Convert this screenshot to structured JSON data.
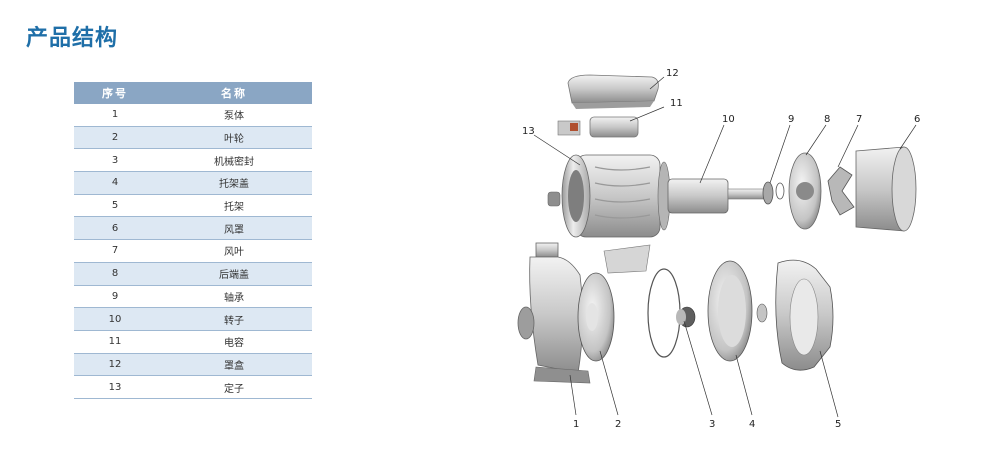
{
  "page": {
    "title": "产品结构"
  },
  "table": {
    "headers": [
      "序号",
      "名称"
    ],
    "rows": [
      {
        "no": "1",
        "name": "泵体"
      },
      {
        "no": "2",
        "name": "叶轮"
      },
      {
        "no": "3",
        "name": "机械密封"
      },
      {
        "no": "4",
        "name": "托架盖"
      },
      {
        "no": "5",
        "name": "托架"
      },
      {
        "no": "6",
        "name": "风罩"
      },
      {
        "no": "7",
        "name": "风叶"
      },
      {
        "no": "8",
        "name": "后端盖"
      },
      {
        "no": "9",
        "name": "轴承"
      },
      {
        "no": "10",
        "name": "转子"
      },
      {
        "no": "11",
        "name": "电容"
      },
      {
        "no": "12",
        "name": "罩盒"
      },
      {
        "no": "13",
        "name": "定子"
      }
    ]
  },
  "diagram": {
    "callouts": {
      "c1": "1",
      "c2": "2",
      "c3": "3",
      "c4": "4",
      "c5": "5",
      "c6": "6",
      "c7": "7",
      "c8": "8",
      "c9": "9",
      "c10": "10",
      "c11": "11",
      "c12": "12",
      "c13": "13"
    }
  }
}
